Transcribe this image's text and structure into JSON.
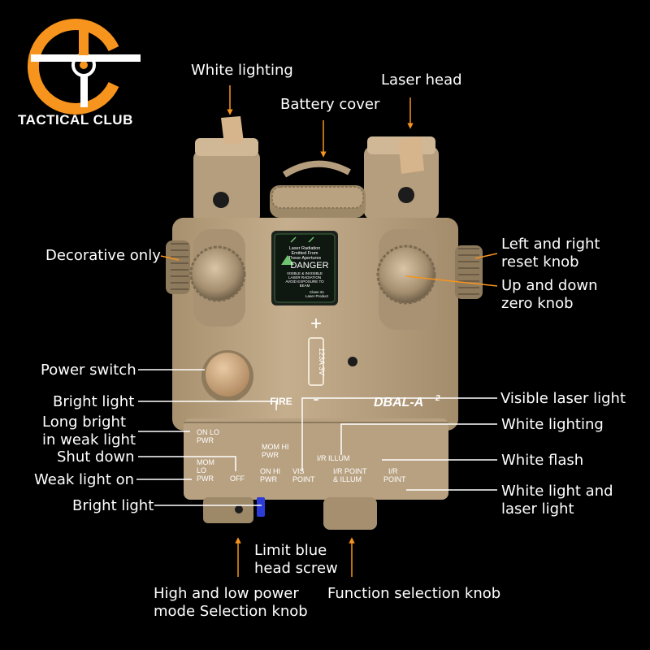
{
  "brand": {
    "name": "TACTICAL CLUB",
    "accent": "#f7941d"
  },
  "device": {
    "model": "DBAL-A",
    "model_sup": "2",
    "body_color": "#c1aa8a",
    "fire": "FIRE",
    "battery": "123A 3V",
    "plus": "+",
    "minus": "-",
    "warning": [
      "Laser Radiation",
      "Emitted From",
      "These Apertures"
    ],
    "danger": "DANGER",
    "danger_lines": [
      "VISIBLE & INVISIBLE",
      "LASER RADIATION",
      "AVOID EXPOSURE TO",
      "BEAM"
    ],
    "class": [
      "Class 3A",
      "Laser Product"
    ],
    "switch_left": [
      "ON LO",
      "PWR"
    ],
    "switch_mom_hi": [
      "MOM HI",
      "PWR"
    ],
    "switch_mom_lo": [
      "MOM",
      "LO",
      "PWR"
    ],
    "switch_off": "OFF",
    "switch_on_hi": [
      "ON HI",
      "PWR"
    ],
    "switch_vis": [
      "VIS",
      "POINT"
    ],
    "switch_ir_illum": "I/R ILLUM",
    "switch_ir_point_illum": [
      "I/R POINT",
      "& ILLUM"
    ],
    "switch_ir_point": [
      "I/R",
      "POINT"
    ]
  },
  "callouts": {
    "white_lighting_top": "White lighting",
    "battery_cover": "Battery cover",
    "laser_head": "Laser head",
    "decorative_only": "Decorative only",
    "reset_knob": "Left and right\nreset knob",
    "zero_knob": "Up and down\nzero knob",
    "power_switch": "Power switch",
    "bright_light_top": "Bright light",
    "long_bright": "Long bright\nin weak light",
    "shut_down": "Shut down",
    "weak_light_on": "Weak light on",
    "bright_light_bottom": "Bright light",
    "visible_laser": "Visible laser light",
    "white_lighting_right": "White lighting",
    "white_flash": "White flash",
    "white_light_laser": "White light and\nlaser light",
    "limit_blue": "Limit blue\nhead screw",
    "mode_knob": "High and low power\nmode Selection knob",
    "function_knob": "Function selection knob"
  }
}
